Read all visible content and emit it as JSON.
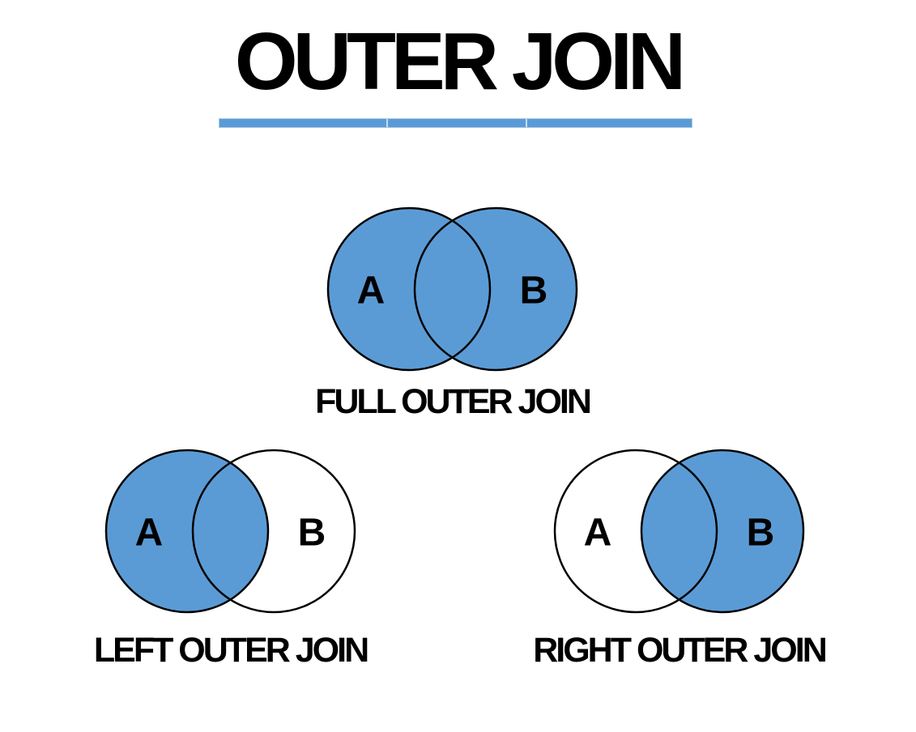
{
  "title": {
    "text": "OUTER JOIN"
  },
  "colors": {
    "blue": "#5b9bd5",
    "outline": "#000000",
    "underline": "#5b9bd5",
    "background": "#ffffff",
    "no_fill": "none"
  },
  "diagrams": [
    {
      "label": "FULL OUTER JOIN",
      "left_letter": "A",
      "right_letter": "B",
      "left_fill": "#5b9bd5",
      "right_fill": "#5b9bd5"
    },
    {
      "label": "LEFT OUTER JOIN",
      "left_letter": "A",
      "right_letter": "B",
      "left_fill": "#5b9bd5",
      "right_fill": "none"
    },
    {
      "label": "RIGHT OUTER JOIN",
      "left_letter": "A",
      "right_letter": "B",
      "left_fill": "none",
      "right_fill": "#5b9bd5"
    }
  ]
}
